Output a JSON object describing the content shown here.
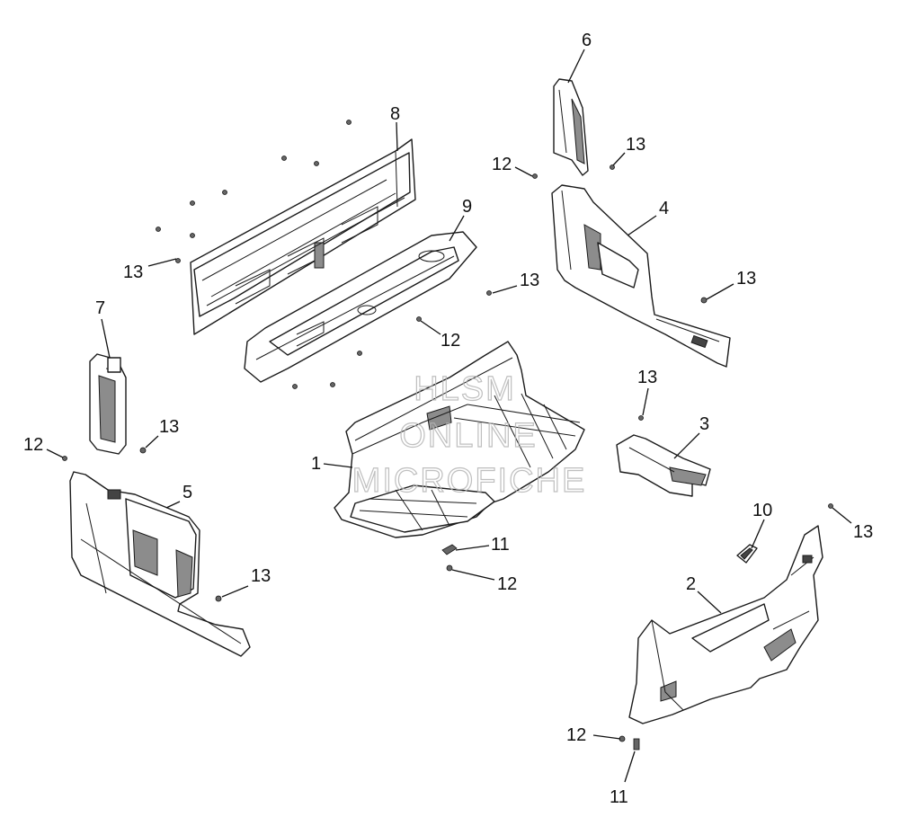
{
  "watermark": {
    "line1": "HLSM",
    "line2": "ONLINE",
    "line3": "MICROFICHE"
  },
  "callouts": {
    "c1": "1",
    "c2": "2",
    "c3": "3",
    "c4": "4",
    "c5": "5",
    "c6": "6",
    "c7": "7",
    "c8": "8",
    "c9": "9",
    "c10": "10",
    "c11a": "11",
    "c11b": "11",
    "c12a": "12",
    "c12b": "12",
    "c12c": "12",
    "c12d": "12",
    "c12e": "12",
    "c13a": "13",
    "c13b": "13",
    "c13c": "13",
    "c13d": "13",
    "c13e": "13",
    "c13f": "13",
    "c13g": "13",
    "c13h": "13"
  }
}
